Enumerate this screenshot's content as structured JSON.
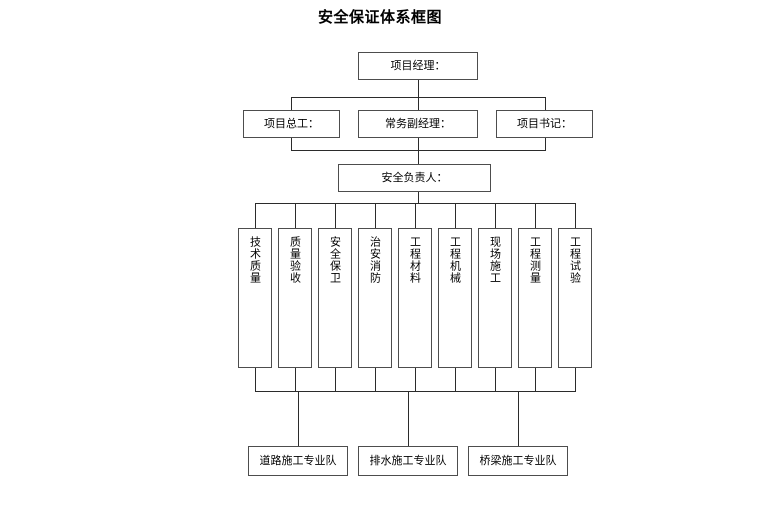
{
  "title": "安全保证体系框图",
  "diagram": {
    "type": "org-chart",
    "orientation": "top-down",
    "levels": [
      {
        "level": 1,
        "name": "project-manager",
        "nodes": [
          {
            "id": "n1",
            "label": "项目经理："
          }
        ]
      },
      {
        "level": 2,
        "name": "management-team",
        "nodes": [
          {
            "id": "n2",
            "label": "项目总工："
          },
          {
            "id": "n3",
            "label": "常务副经理："
          },
          {
            "id": "n4",
            "label": "项目书记："
          }
        ]
      },
      {
        "level": 3,
        "name": "safety-officer",
        "nodes": [
          {
            "id": "n5",
            "label": "安全负责人："
          }
        ]
      },
      {
        "level": 4,
        "name": "functional-departments",
        "orientation": "vertical-text",
        "nodes": [
          {
            "id": "d1",
            "label": "技术质量"
          },
          {
            "id": "d2",
            "label": "质量验收"
          },
          {
            "id": "d3",
            "label": "安全保卫"
          },
          {
            "id": "d4",
            "label": "治安消防"
          },
          {
            "id": "d5",
            "label": "工程材料"
          },
          {
            "id": "d6",
            "label": "工程机械"
          },
          {
            "id": "d7",
            "label": "现场施工"
          },
          {
            "id": "d8",
            "label": "工程测量"
          },
          {
            "id": "d9",
            "label": "工程试验"
          }
        ]
      },
      {
        "level": 5,
        "name": "specialist-teams",
        "nodes": [
          {
            "id": "t1",
            "label": "道路施工专业队"
          },
          {
            "id": "t2",
            "label": "排水施工专业队"
          },
          {
            "id": "t3",
            "label": "桥梁施工专业队"
          }
        ]
      }
    ],
    "colors": {
      "background": "#ffffff",
      "box_border": "#4d4d4d",
      "line": "#2b2b2b",
      "text": "#000000"
    }
  }
}
